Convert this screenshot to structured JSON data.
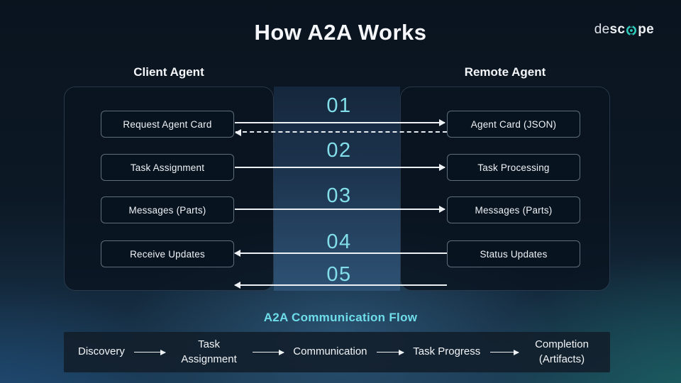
{
  "title": "How A2A Works",
  "logo": {
    "part1": "de",
    "part2": "sc",
    "part3": "pe"
  },
  "client": {
    "title": "Client Agent",
    "boxes": [
      "Request Agent Card",
      "Task Assignment",
      "Messages (Parts)",
      "Receive Updates"
    ]
  },
  "remote": {
    "title": "Remote Agent",
    "boxes": [
      "Agent Card (JSON)",
      "Task Processing",
      "Messages (Parts)",
      "Status Updates"
    ]
  },
  "steps": [
    {
      "number": "01",
      "direction": "client-to-remote",
      "return_arrow": "dashed"
    },
    {
      "number": "02",
      "direction": "client-to-remote"
    },
    {
      "number": "03",
      "direction": "client-to-remote"
    },
    {
      "number": "04",
      "direction": "remote-to-client"
    },
    {
      "number": "05",
      "direction": "remote-to-client"
    }
  ],
  "flow": {
    "title": "A2A Communication Flow",
    "stages": [
      "Discovery",
      "Task Assignment",
      "Communication",
      "Task Progress",
      "Completion (Artifacts)"
    ]
  },
  "colors": {
    "accent_cyan": "#82dfea",
    "logo_teal": "#2fc7b8",
    "arrow_white": "#edf1f4"
  }
}
